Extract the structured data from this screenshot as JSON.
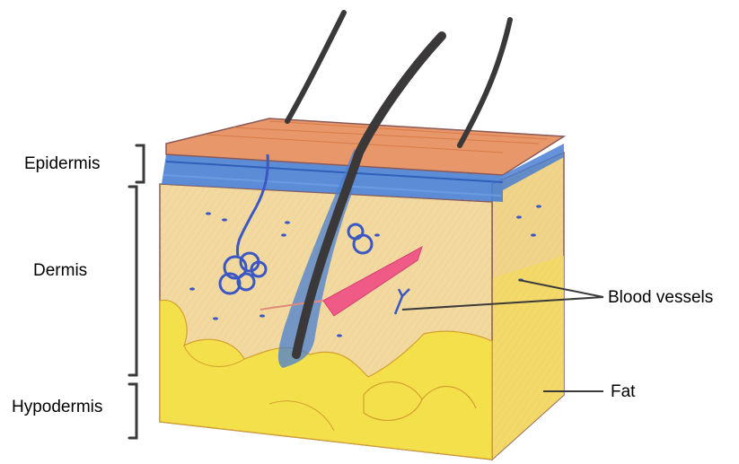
{
  "labels": {
    "epidermis": "Epidermis",
    "dermis": "Dermis",
    "hypodermis": "Hypodermis",
    "blood_vessels": "Blood vessels",
    "fat": "Fat"
  },
  "colors": {
    "epidermis_surface": "#e8976a",
    "epidermis_blue": "#4a7fd1",
    "dermis": "#f2d9a0",
    "fat": "#f4e04a",
    "hair": "#3a3838",
    "gland": "#3b57c4",
    "blood_vessel": "#ef5a86",
    "outline": "#8a5a58"
  }
}
